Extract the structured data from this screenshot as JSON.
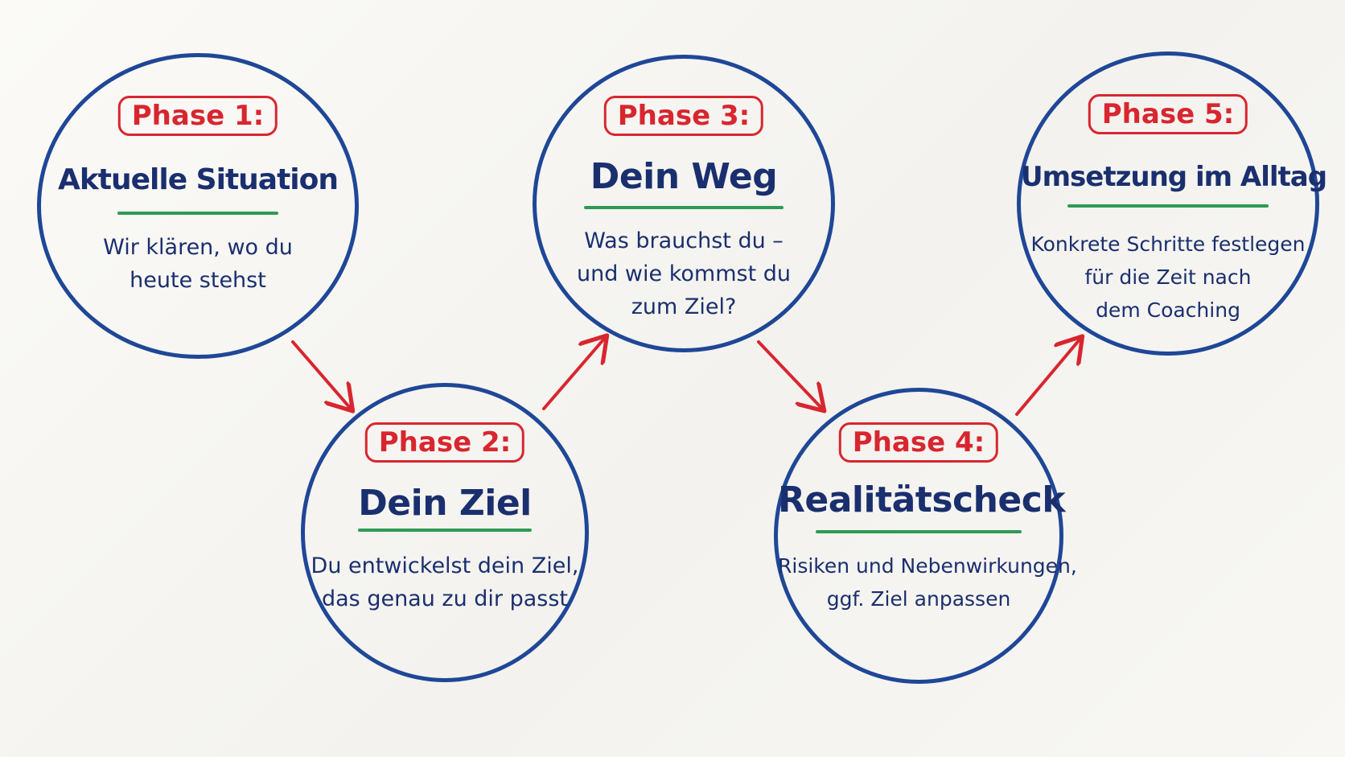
{
  "phases": [
    {
      "badge": "Phase 1:",
      "title": "Aktuelle Situation",
      "desc": [
        "Wir klären, wo du",
        "heute stehst"
      ]
    },
    {
      "badge": "Phase 2:",
      "title": "Dein Ziel",
      "desc": [
        "Du entwickelst dein Ziel,",
        "das genau zu dir passt"
      ]
    },
    {
      "badge": "Phase 3:",
      "title": "Dein Weg",
      "desc": [
        "Was brauchst du –",
        "und wie kommst du",
        "zum Ziel?"
      ]
    },
    {
      "badge": "Phase 4:",
      "title": "Realitätscheck",
      "desc": [
        "Risiken und Nebenwirkungen,",
        "ggf. Ziel anpassen"
      ]
    },
    {
      "badge": "Phase 5:",
      "title": "Umsetzung im Alltag",
      "desc": [
        "Konkrete Schritte festlegen",
        "für die Zeit nach",
        "dem Coaching"
      ]
    }
  ],
  "colors": {
    "circle": "#1f4797",
    "badge": "#d8262f",
    "underline": "#2e9a55",
    "arrow": "#d8262f",
    "text": "#1a2f6e"
  }
}
